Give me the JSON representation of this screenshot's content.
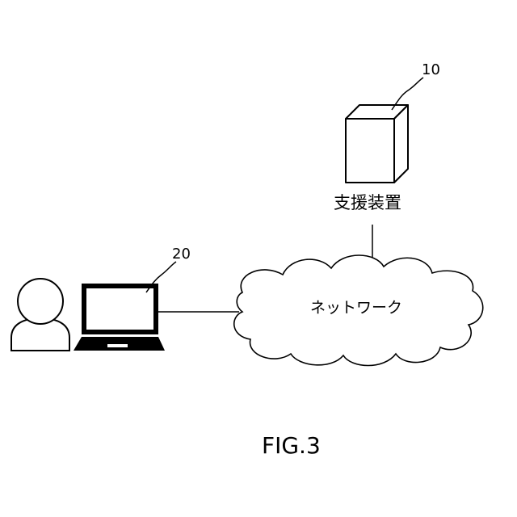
{
  "labels": {
    "server_ref": "10",
    "terminal_ref": "20",
    "server_name": "支援装置",
    "network_name": "ネットワーク",
    "figure_caption": "FIG.3"
  }
}
